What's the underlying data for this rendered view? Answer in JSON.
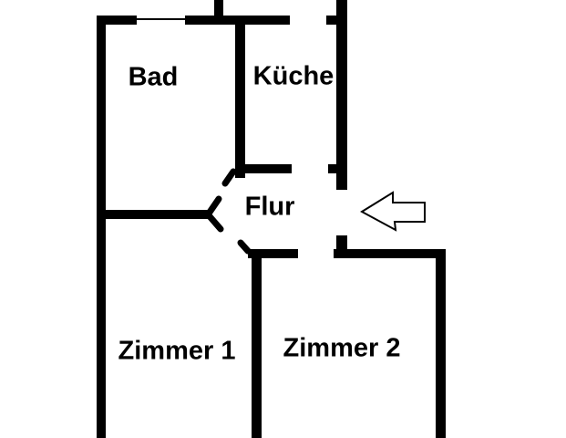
{
  "floorplan": {
    "rooms": [
      {
        "id": "bad",
        "label": "Bad"
      },
      {
        "id": "kueche",
        "label": "Küche"
      },
      {
        "id": "flur",
        "label": "Flur"
      },
      {
        "id": "zimmer1",
        "label": "Zimmer 1"
      },
      {
        "id": "zimmer2",
        "label": "Zimmer 2"
      }
    ],
    "colors": {
      "wall": "#000000",
      "background": "#ffffff",
      "label_text": "#000000",
      "arrow_fill": "#ffffff",
      "arrow_outline": "#000000"
    }
  }
}
